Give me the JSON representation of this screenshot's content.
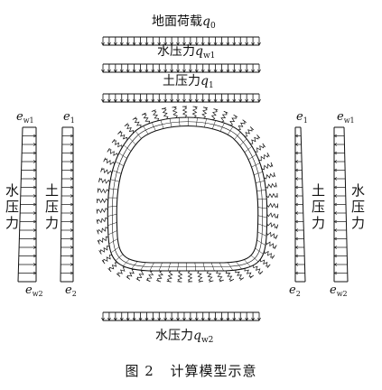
{
  "labels": {
    "ground_load": "地面荷载",
    "ground_load_symbol": "q",
    "ground_load_sub": "0",
    "water_top": "水压力",
    "water_top_symbol": "q",
    "water_top_sub": "w1",
    "soil_top": "土压力",
    "soil_top_symbol": "q",
    "soil_top_sub": "1",
    "water_bottom": "水压力",
    "water_bottom_symbol": "q",
    "water_bottom_sub": "w2",
    "side_water": [
      "水",
      "压",
      "力"
    ],
    "side_soil": [
      "土",
      "压",
      "力"
    ],
    "e_symbol": "e",
    "ew1_sub": "w1",
    "e1_sub": "1",
    "ew2_sub": "w2",
    "e2_sub": "2"
  },
  "caption": {
    "figure": "图 2",
    "title": "计算模型示意"
  }
}
